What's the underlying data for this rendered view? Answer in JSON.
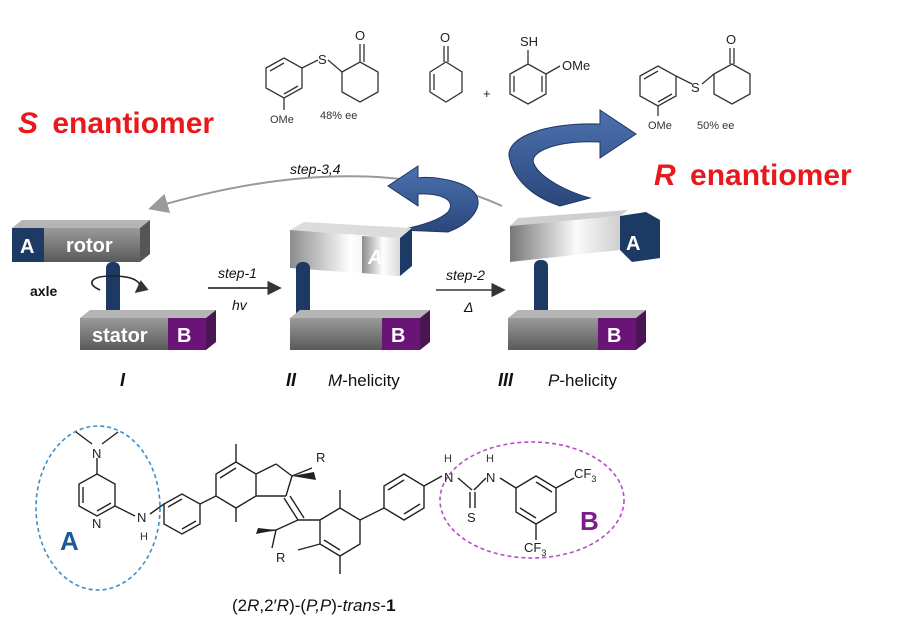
{
  "title_left": {
    "letter": "S",
    "word": "enantiomer"
  },
  "title_right": {
    "letter": "R",
    "word": "enantiomer"
  },
  "reactants": {
    "ketone_label": "O",
    "thiol_label": "SH",
    "ome_label": "OMe",
    "plus": "+"
  },
  "product_left": {
    "o": "O",
    "s": "S",
    "ome": "OMe",
    "ee": "48% ee"
  },
  "product_right": {
    "o": "O",
    "s": "S",
    "ome": "OMe",
    "ee": "50% ee"
  },
  "steps": {
    "step34": "step-3,4",
    "step1": "step-1",
    "step1_cond": "hv",
    "step2": "step-2",
    "step2_cond": "Δ"
  },
  "motor_I": {
    "rotor": "rotor",
    "stator": "stator",
    "a": "A",
    "b": "B",
    "axle": "axle",
    "num": "I"
  },
  "motor_II": {
    "a": "A",
    "b": "B",
    "num": "II",
    "helicity_prefix": "M",
    "helicity_suffix": "-helicity"
  },
  "motor_III": {
    "a": "A",
    "b": "B",
    "num": "III",
    "helicity_prefix": "P",
    "helicity_suffix": "-helicity"
  },
  "molecule": {
    "label_a": "A",
    "label_b": "B",
    "nme2": "N",
    "pyridine_n": "N",
    "nh": "N",
    "h": "H",
    "r_top": "R",
    "r_bottom": "R",
    "thiourea_h1": "H",
    "thiourea_n1": "N",
    "thiourea_h2": "H",
    "thiourea_n2": "N",
    "thiourea_s": "S",
    "cf3_top": "CF",
    "cf3_bottom": "CF",
    "sub3": "3",
    "caption_a": "(2",
    "caption_b": "R",
    "caption_c": ",2′",
    "caption_d": "R",
    "caption_e": ")-(",
    "caption_f": "P,P",
    "caption_g": ")-",
    "caption_h": "trans",
    "caption_i": "-",
    "caption_j": "1"
  },
  "colors": {
    "red": "#e8191c",
    "navy": "#1c3a63",
    "purple": "#6a1478",
    "arrow_blue": "#3d5f9a",
    "grey": "#8c8c8c"
  }
}
